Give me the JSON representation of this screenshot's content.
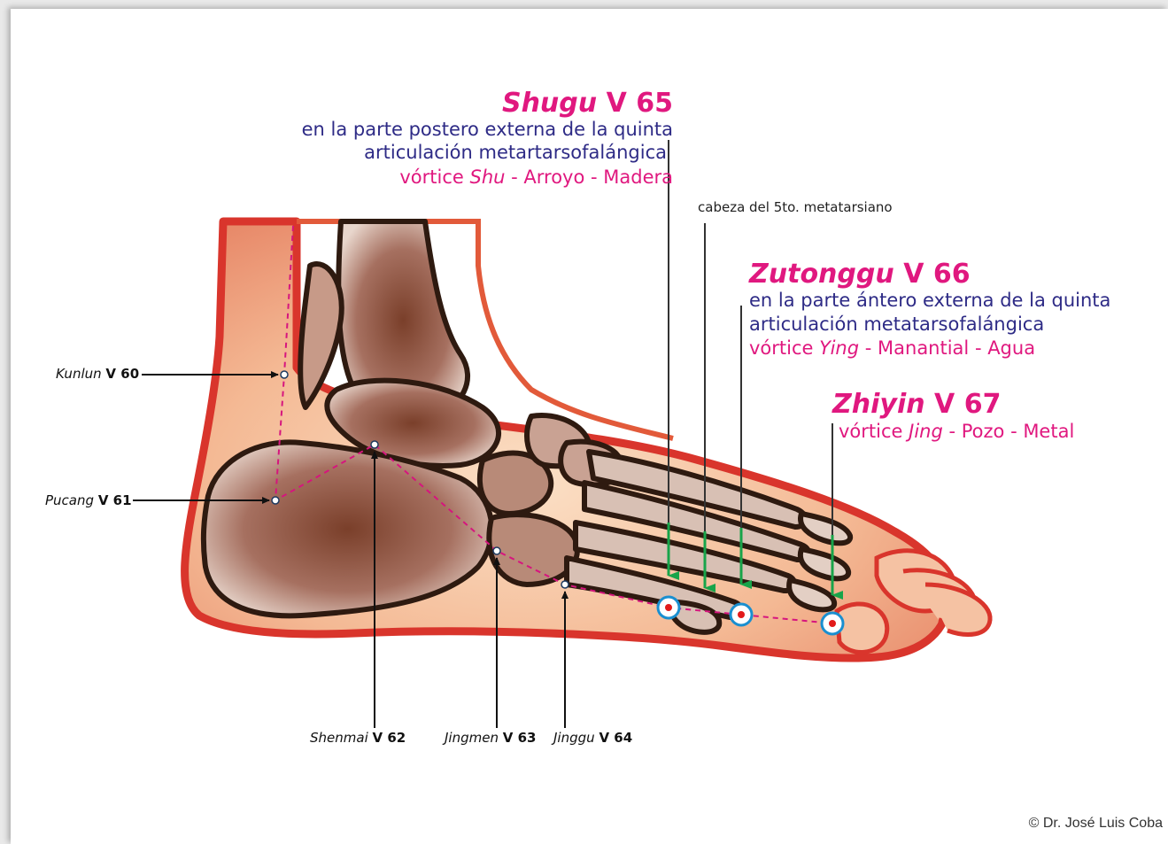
{
  "points": {
    "shugu": {
      "name": "Shugu",
      "code": "V 65",
      "desc_line1": "en la parte postero externa de la quinta",
      "desc_line2": "articulación metartarsofalángica",
      "vortex_prefix": "vórtice",
      "vortex_type": "Shu",
      "vortex_rest": "- Arroyo - Madera"
    },
    "zutonggu": {
      "name": "Zutonggu",
      "code": "V 66",
      "desc_line1": "en la parte ántero externa de la quinta",
      "desc_line2": "articulación metatarsofalángica",
      "vortex_prefix": "vórtice",
      "vortex_type": "Ying",
      "vortex_rest": "- Manantial - Agua"
    },
    "zhiyin": {
      "name": "Zhiyin",
      "code": "V 67",
      "vortex_prefix": "vórtice",
      "vortex_type": "Jing",
      "vortex_rest": "- Pozo - Metal"
    },
    "kunlun": {
      "name": "Kunlun",
      "code": "V 60"
    },
    "pucang": {
      "name": "Pucang",
      "code": "V 61"
    },
    "shenmai": {
      "name": "Shenmai",
      "code": "V 62"
    },
    "jingmen": {
      "name": "Jingmen",
      "code": "V 63"
    },
    "jinggu": {
      "name": "Jinggu",
      "code": "V 64"
    }
  },
  "annotation": "cabeza del 5to. metatarsiano",
  "copyright": "© Dr. José Luis Coba",
  "colors": {
    "accent_magenta": "#e0187f",
    "text_navy": "#2e2b86",
    "skin": "#f3b58f",
    "skin_edge": "#d9352c",
    "bone_dark": "#3a1e10",
    "arrow_green": "#18a44a",
    "point_ring": "#1a8fd0"
  }
}
